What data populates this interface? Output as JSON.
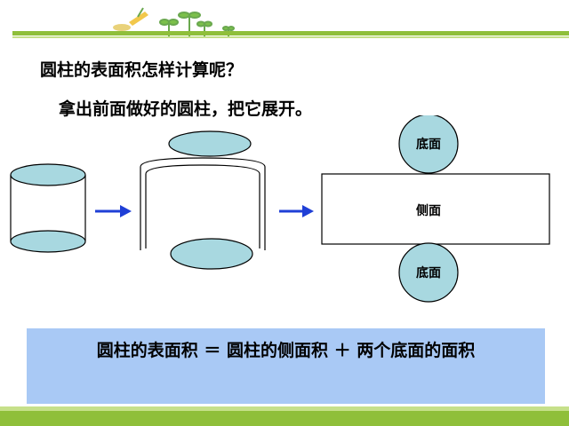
{
  "question": "圆柱的表面积怎样计算呢？",
  "instruction": "拿出前面做好的圆柱，把它展开。",
  "labels": {
    "base_top": "底面",
    "side": "侧面",
    "base_bottom": "底面"
  },
  "formula": "圆柱的表面积 ＝ 圆柱的侧面积 ＋ 两个底面的面积",
  "colors": {
    "accent_green": "#8fbf3a",
    "ellipse_fill": "#a8d8e0",
    "arrow_blue": "#1f3fd6",
    "formula_bg": "#a9c9f5"
  }
}
